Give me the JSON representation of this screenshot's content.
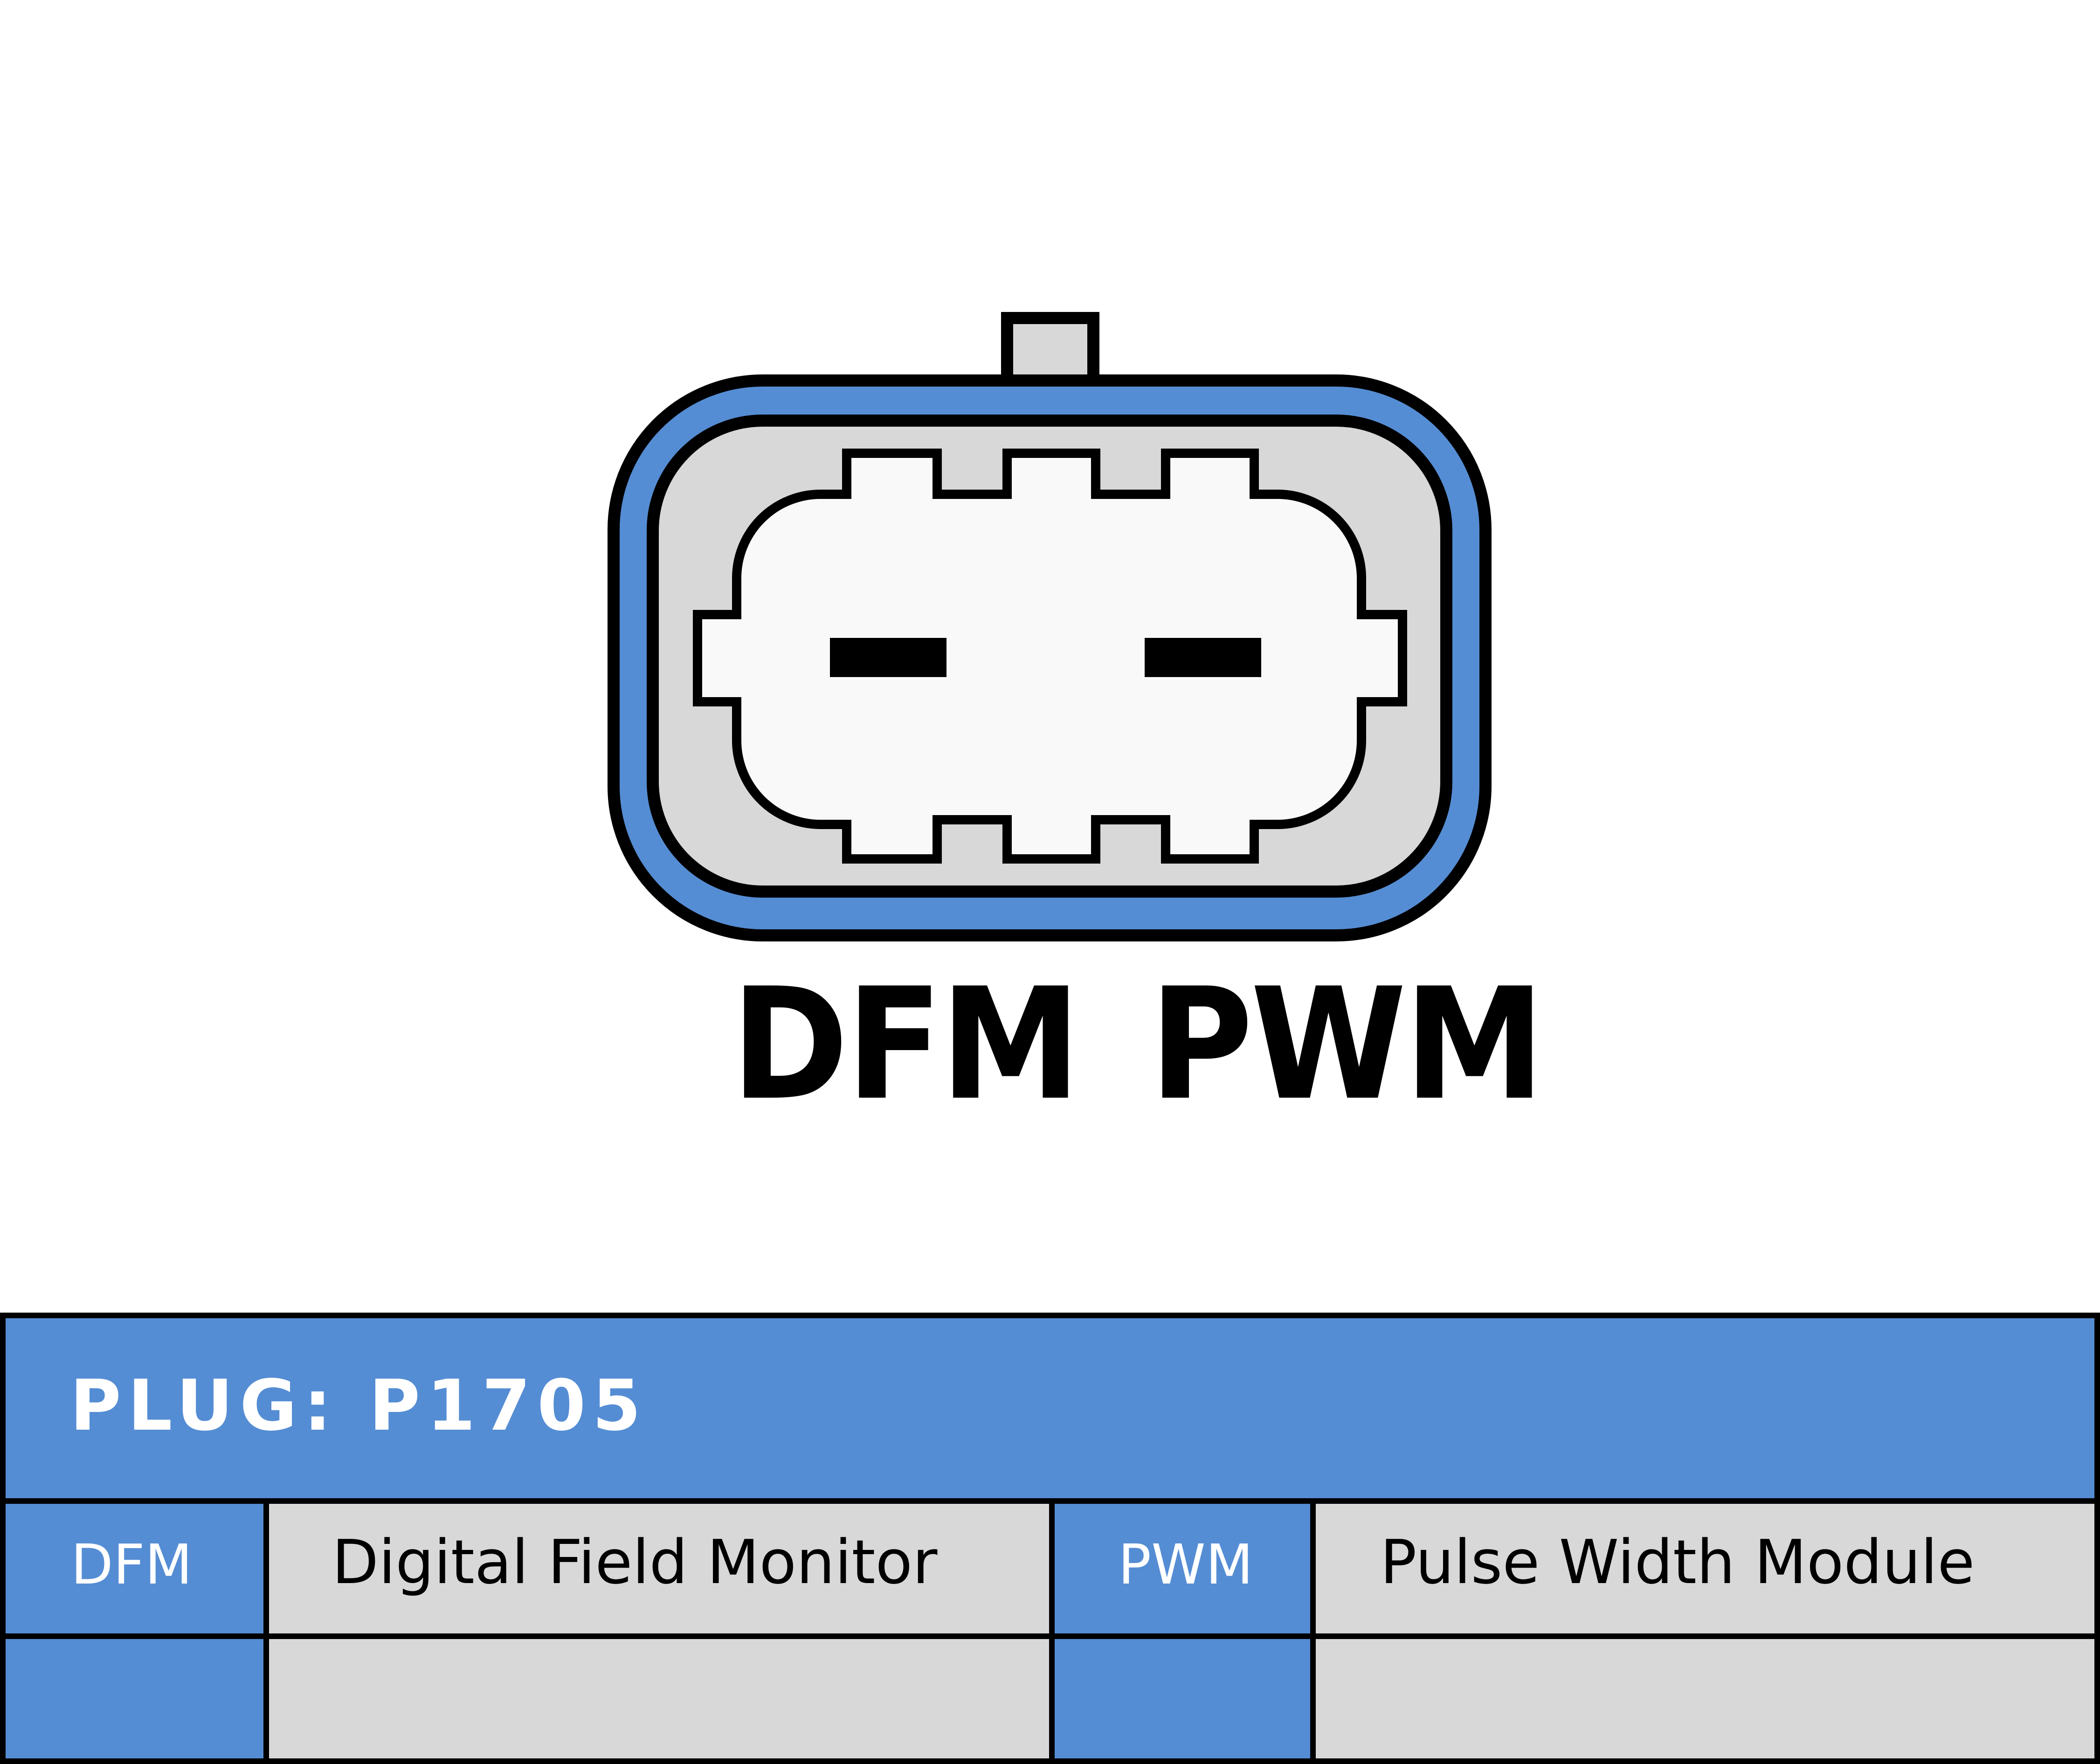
{
  "diagram": {
    "type": "connector-pinout",
    "connector": {
      "shell_color": "#558dd4",
      "body_color": "#d8d8d8",
      "insert_color": "#f9f9f9",
      "outline_color": "#000000",
      "pin_count": 2
    },
    "pin_labels": [
      "DFM",
      "PWM"
    ]
  },
  "table": {
    "title": "PLUG: P1705",
    "header_color": "#558dd4",
    "rows": [
      {
        "pin1_code": "DFM",
        "pin1_desc": "Digital Field Monitor",
        "pin2_code": "PWM",
        "pin2_desc": "Pulse Width Module"
      },
      {
        "pin1_code": "",
        "pin1_desc": "",
        "pin2_code": "",
        "pin2_desc": ""
      }
    ]
  }
}
